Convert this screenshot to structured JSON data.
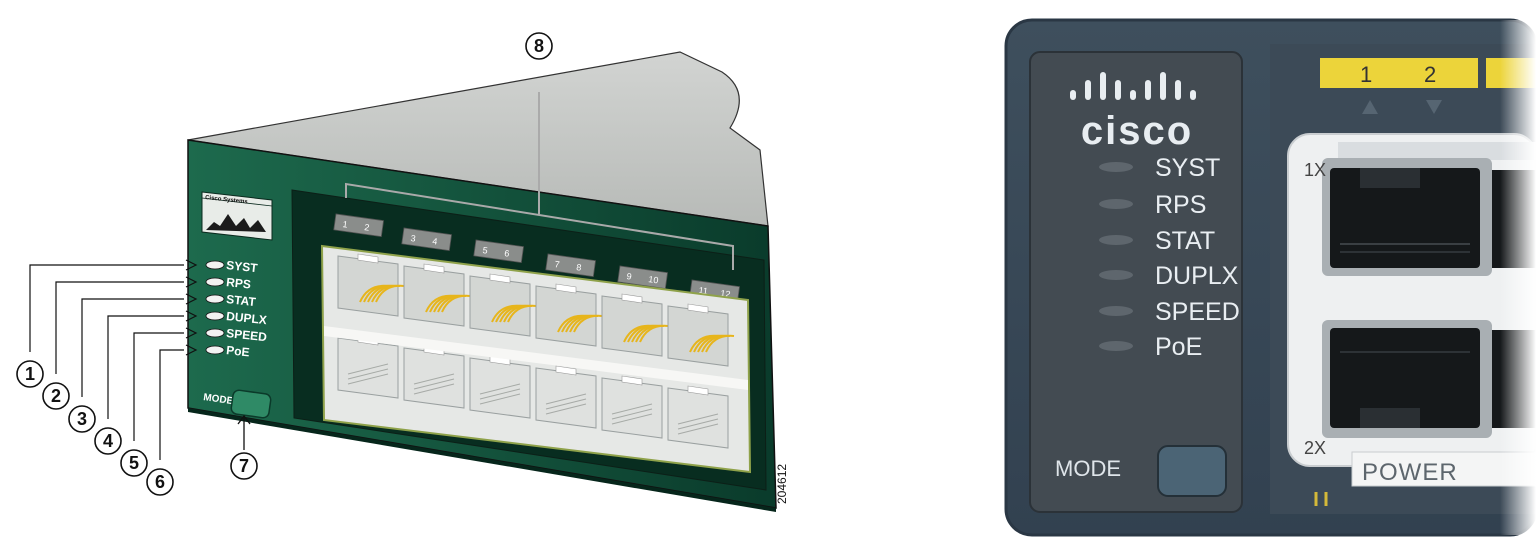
{
  "left_diagram": {
    "brand_logo_text": "Cisco Systems",
    "led_labels": [
      "SYST",
      "RPS",
      "STAT",
      "DUPLX",
      "SPEED",
      "PoE"
    ],
    "mode_label": "MODE",
    "port_label_pairs": [
      [
        "1",
        "2"
      ],
      [
        "3",
        "4"
      ],
      [
        "5",
        "6"
      ],
      [
        "7",
        "8"
      ],
      [
        "9",
        "10"
      ],
      [
        "11",
        "12"
      ]
    ],
    "callouts": [
      "1",
      "2",
      "3",
      "4",
      "5",
      "6",
      "7",
      "8"
    ],
    "figure_id": "204612"
  },
  "right_photo": {
    "brand_text": "cisco",
    "led_labels": [
      "SYST",
      "RPS",
      "STAT",
      "DUPLX",
      "SPEED",
      "PoE"
    ],
    "mode_label": "MODE",
    "port_numbers": [
      "1",
      "2"
    ],
    "port_ids": [
      "1X",
      "2X"
    ],
    "power_label": "POWER"
  },
  "colors": {
    "chassis_green": "#0f4b37",
    "chassis_top": "#c4c6c4",
    "photo_panel": "#3a4a58",
    "yellow_label": "#ecd43a"
  }
}
